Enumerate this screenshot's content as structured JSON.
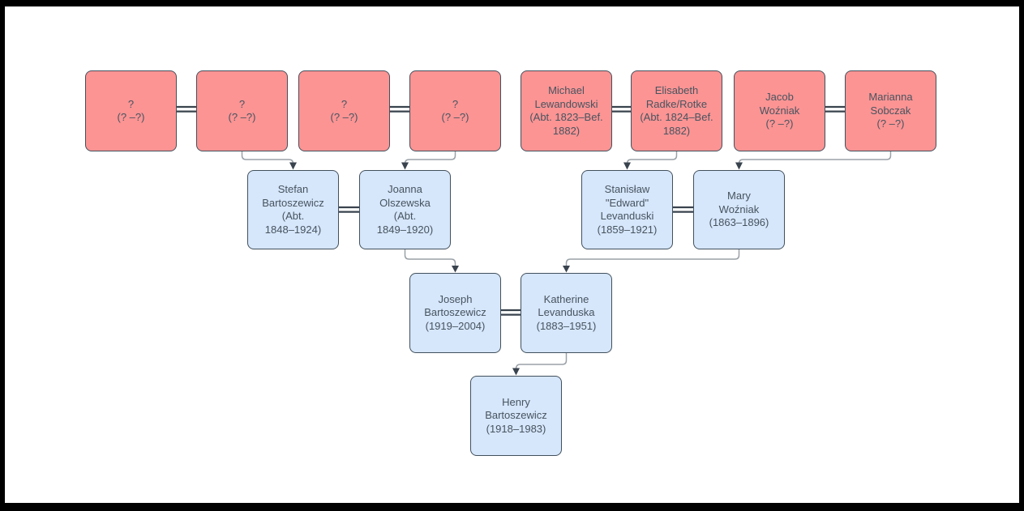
{
  "diagram": {
    "type": "family-tree",
    "colors": {
      "ancestor_box_fill": "#fc9494",
      "person_box_fill": "#d6e6fb",
      "box_border": "#42505c",
      "text": "#47545f",
      "connector_line": "#9aa1a7",
      "marriage_line": "#39434e",
      "frame": "#000000",
      "background": "#ffffff"
    }
  },
  "people": [
    {
      "id": "unknown-1",
      "lines": [
        "?",
        "(? –?)"
      ]
    },
    {
      "id": "unknown-2",
      "lines": [
        "?",
        "(? –?)"
      ]
    },
    {
      "id": "unknown-3",
      "lines": [
        "?",
        "(? –?)"
      ]
    },
    {
      "id": "unknown-4",
      "lines": [
        "?",
        "(? –?)"
      ]
    },
    {
      "id": "michael-lewandowski",
      "lines": [
        "Michael",
        "Lewandowski",
        "(Abt. 1823–Bef.",
        "1882)"
      ]
    },
    {
      "id": "elisabeth-radke-rotke",
      "lines": [
        "Elisabeth",
        "Radke/Rotke",
        "(Abt. 1824–Bef.",
        "1882)"
      ]
    },
    {
      "id": "jacob-wozniak",
      "lines": [
        "Jacob",
        "Woźniak",
        "(? –?)"
      ]
    },
    {
      "id": "marianna-sobczak",
      "lines": [
        "Marianna",
        "Sobczak",
        "(? –?)"
      ]
    },
    {
      "id": "stefan-bartoszewicz",
      "lines": [
        "Stefan",
        "Bartoszewicz",
        "(Abt.",
        "1848–1924)"
      ]
    },
    {
      "id": "joanna-olszewska",
      "lines": [
        "Joanna",
        "Olszewska",
        "(Abt.",
        "1849–1920)"
      ]
    },
    {
      "id": "stanislaw-edward-levanduski",
      "lines": [
        "Stanisław",
        "\"Edward\"",
        "Levanduski",
        "(1859–1921)"
      ]
    },
    {
      "id": "mary-wozniak",
      "lines": [
        "Mary",
        "Woźniak",
        "(1863–1896)"
      ]
    },
    {
      "id": "joseph-bartoszewicz",
      "lines": [
        "Joseph",
        "Bartoszewicz",
        "(1919–2004)"
      ]
    },
    {
      "id": "katherine-levanduska",
      "lines": [
        "Katherine",
        "Levanduska",
        "(1883–1951)"
      ]
    },
    {
      "id": "henry-bartoszewicz",
      "lines": [
        "Henry",
        "Bartoszewicz",
        "(1918–1983)"
      ]
    }
  ],
  "relationships": {
    "marriages": [
      [
        "unknown-1",
        "unknown-2"
      ],
      [
        "unknown-3",
        "unknown-4"
      ],
      [
        "michael-lewandowski",
        "elisabeth-radke-rotke"
      ],
      [
        "jacob-wozniak",
        "marianna-sobczak"
      ],
      [
        "stefan-bartoszewicz",
        "joanna-olszewska"
      ],
      [
        "stanislaw-edward-levanduski",
        "mary-wozniak"
      ],
      [
        "joseph-bartoszewicz",
        "katherine-levanduska"
      ]
    ],
    "children": [
      {
        "parents": [
          "unknown-1",
          "unknown-2"
        ],
        "child": "stefan-bartoszewicz"
      },
      {
        "parents": [
          "unknown-3",
          "unknown-4"
        ],
        "child": "joanna-olszewska"
      },
      {
        "parents": [
          "michael-lewandowski",
          "elisabeth-radke-rotke"
        ],
        "child": "stanislaw-edward-levanduski"
      },
      {
        "parents": [
          "jacob-wozniak",
          "marianna-sobczak"
        ],
        "child": "mary-wozniak"
      },
      {
        "parents": [
          "stefan-bartoszewicz",
          "joanna-olszewska"
        ],
        "child": "joseph-bartoszewicz"
      },
      {
        "parents": [
          "stanislaw-edward-levanduski",
          "mary-wozniak"
        ],
        "child": "katherine-levanduska"
      },
      {
        "parents": [
          "joseph-bartoszewicz",
          "katherine-levanduska"
        ],
        "child": "henry-bartoszewicz"
      }
    ]
  }
}
